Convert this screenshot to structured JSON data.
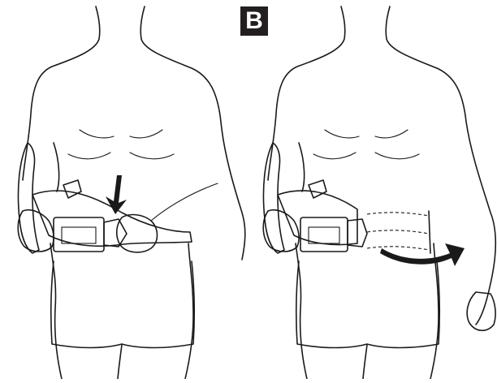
{
  "figure": {
    "step_label": "B",
    "colors": {
      "outline": "#1a1a1a",
      "body_fill": "#ffffff",
      "belt_gray": "#b8b8b8",
      "device_gray": "#8c8c8c",
      "dark_gray": "#555555",
      "label_bg": "#231f20",
      "label_text": "#ffffff"
    },
    "panels": [
      {
        "id": "left",
        "action_icon": "down-arrow-icon"
      },
      {
        "id": "right",
        "action_icon": "curved-arrow-icon"
      }
    ]
  }
}
